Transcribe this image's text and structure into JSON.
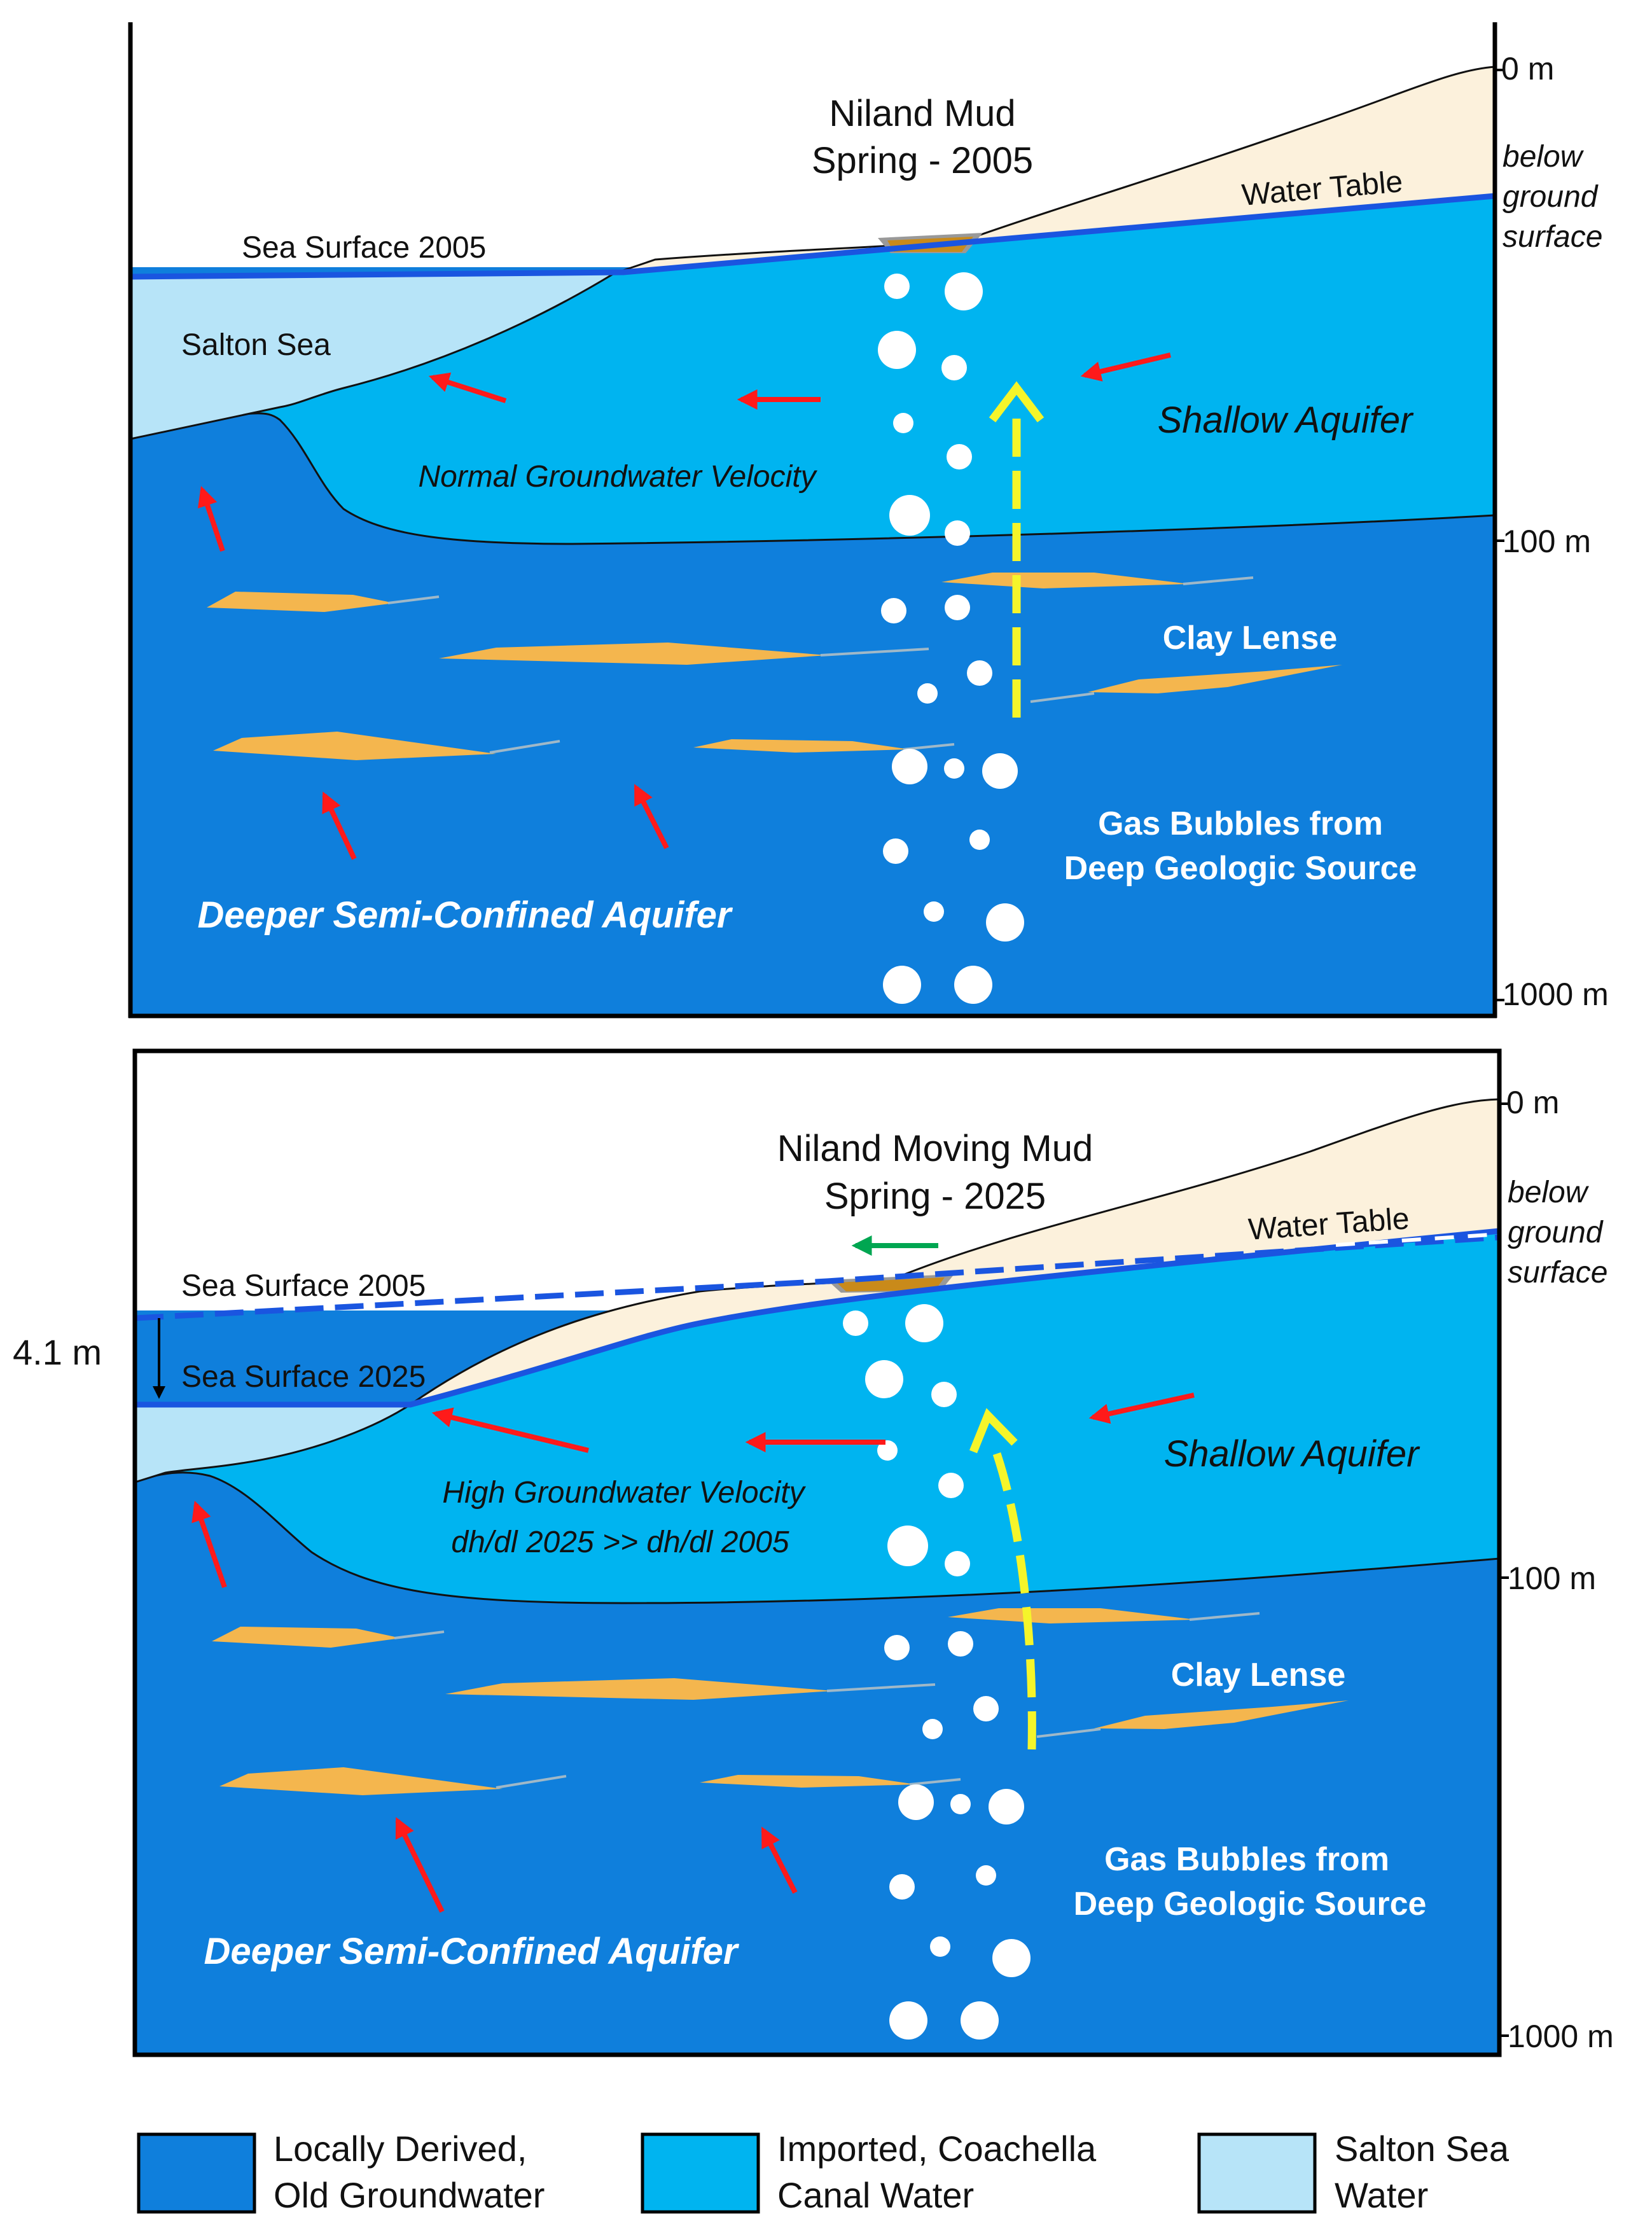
{
  "panels": [
    {
      "id": "p2005",
      "title_line1": "Niland Mud",
      "title_line2": "Spring - 2005",
      "sea_surface_label": "Sea Surface 2005",
      "salton_sea_label": "Salton Sea",
      "water_table_label": "Water Table",
      "shallow_aquifer_label": "Shallow Aquifer",
      "velocity_line1": "Normal Groundwater Velocity",
      "clay_lense_label": "Clay Lense",
      "gas_line1": "Gas Bubbles from",
      "gas_line2": "Deep Geologic Source",
      "deep_aquifer_label": "Deeper Semi-Confined Aquifer",
      "depth_0": "0 m",
      "depth_below1": "below",
      "depth_below2": "ground",
      "depth_below3": "surface",
      "depth_100": "100 m",
      "depth_1000": "1000 m"
    },
    {
      "id": "p2025",
      "title_line1": "Niland Moving Mud",
      "title_line2": "Spring - 2025",
      "sea_surface_2005_label": "Sea Surface 2005",
      "sea_surface_2025_label": "Sea Surface 2025",
      "drop_label": "4.1 m",
      "water_table_label": "Water Table",
      "shallow_aquifer_label": "Shallow Aquifer",
      "velocity_line1": "High Groundwater Velocity",
      "velocity_line2": "dh/dl 2025 >> dh/dl 2005",
      "clay_lense_label": "Clay Lense",
      "gas_line1": "Gas Bubbles from",
      "gas_line2": "Deep Geologic Source",
      "deep_aquifer_label": "Deeper Semi-Confined Aquifer",
      "depth_0": "0 m",
      "depth_below1": "below",
      "depth_below2": "ground",
      "depth_below3": "surface",
      "depth_100": "100 m",
      "depth_1000": "1000 m"
    }
  ],
  "legend": [
    {
      "line1": "Locally Derived,",
      "line2": "Old Groundwater",
      "color": "#0f7fdc"
    },
    {
      "line1": "Imported, Coachella",
      "line2": "Canal Water",
      "color": "#00b4f0"
    },
    {
      "line1": "Salton Sea",
      "line2": "Water",
      "color": "#b7e4f8"
    }
  ],
  "colors": {
    "deep_groundwater": "#0f7fdc",
    "canal_water": "#00b4f0",
    "sea_water": "#b7e4f8",
    "ground": "#fcf1dc",
    "clay": "#f4b64e",
    "flow_arrow": "#ff1a1a",
    "gas_path": "#f5f52a",
    "movement_arrow": "#00a651",
    "water_line": "#1a55e0"
  }
}
